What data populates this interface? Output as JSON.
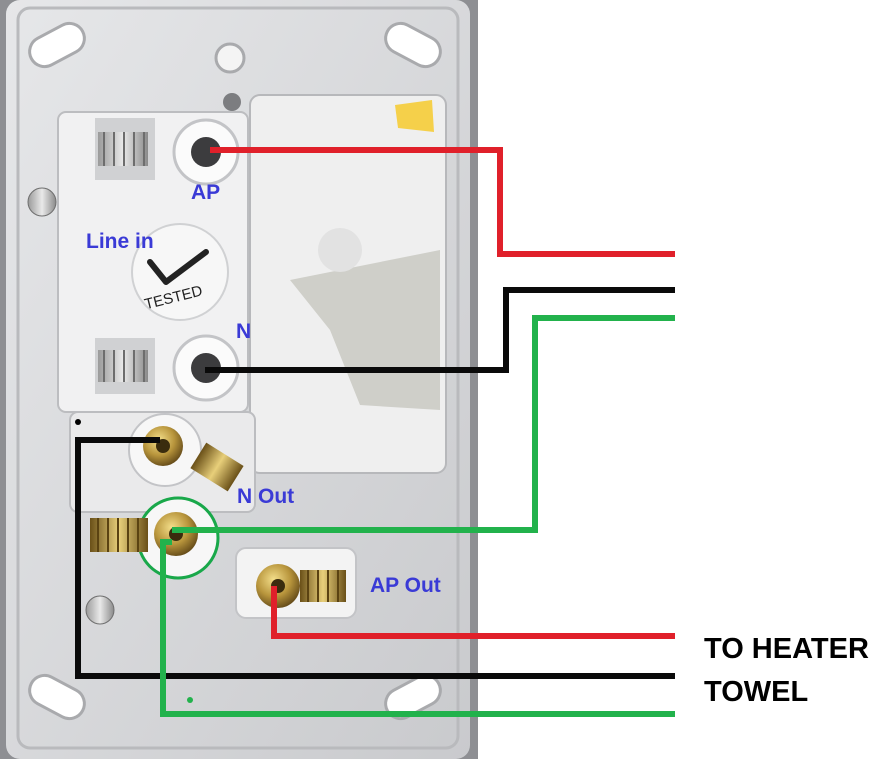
{
  "labels": {
    "ap": "AP",
    "line_in": "Line in",
    "n": "N",
    "n_out": "N Out",
    "ap_out": "AP Out",
    "tested": "TESTED",
    "destination_line1": "TO HEATER",
    "destination_line2": "TOWEL"
  },
  "colors": {
    "active_wire": "#e0202a",
    "neutral_wire": "#0a0a0a",
    "earth_wire": "#22b24c",
    "label_blue": "#3a3ad6",
    "plate": "#d9dadc",
    "brass": "#b8953c"
  }
}
